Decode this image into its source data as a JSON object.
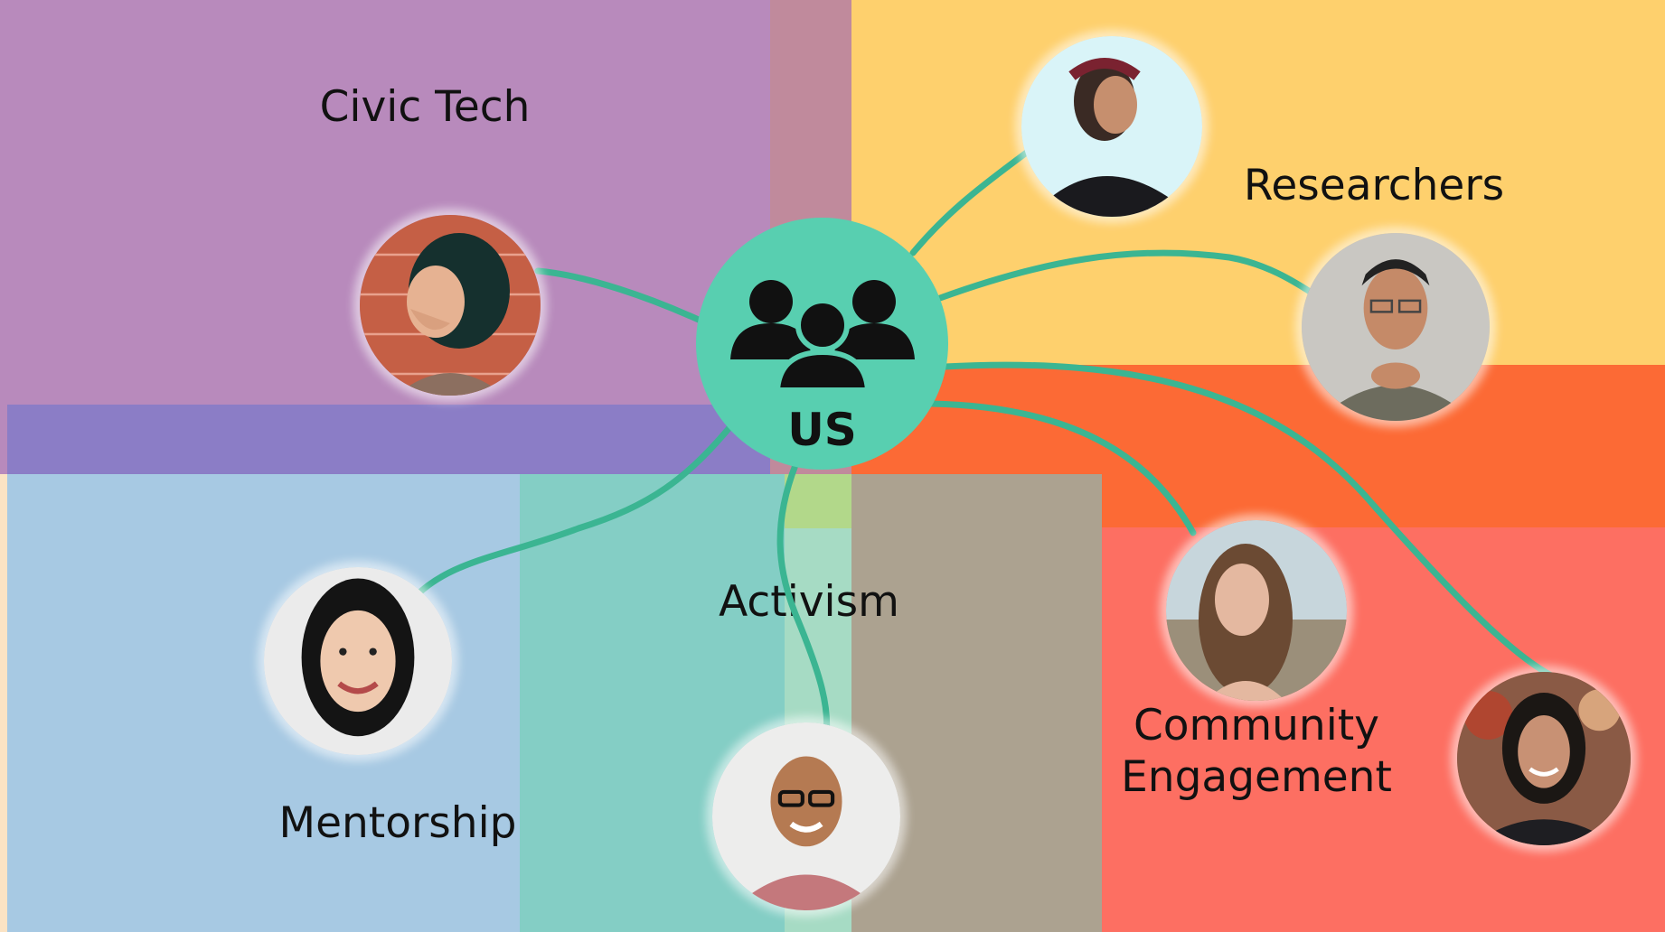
{
  "hub": {
    "label": "US",
    "icon": "group-icon",
    "color": "#58cfb0"
  },
  "groups": {
    "civic_tech": {
      "label": "Civic Tech",
      "color": "#b88abc"
    },
    "researchers": {
      "label": "Researchers",
      "color": "#fed06d"
    },
    "mentorship": {
      "label": "Mentorship",
      "color": "#a7c9e3"
    },
    "activism": {
      "label": "Activism",
      "color": "#84cec5"
    },
    "community_engagement": {
      "label_lines": [
        "Community",
        "Engagement"
      ],
      "color": "#fd6f62"
    }
  },
  "overlap_colors": [
    "#c08a9c",
    "#8b7dc6",
    "#fc6a35",
    "#aca290",
    "#a6dbc4",
    "#b2d88a"
  ],
  "link_color": "#3bb592",
  "people": [
    {
      "name": "person-civic-tech",
      "group": "Civic Tech"
    },
    {
      "name": "person-researcher-1",
      "group": "Researchers"
    },
    {
      "name": "person-researcher-2",
      "group": "Researchers"
    },
    {
      "name": "person-mentorship",
      "group": "Mentorship"
    },
    {
      "name": "person-activism",
      "group": "Activism"
    },
    {
      "name": "person-community-engagement-1",
      "group": "Community Engagement"
    },
    {
      "name": "person-community-engagement-2",
      "group": "Community Engagement"
    }
  ]
}
